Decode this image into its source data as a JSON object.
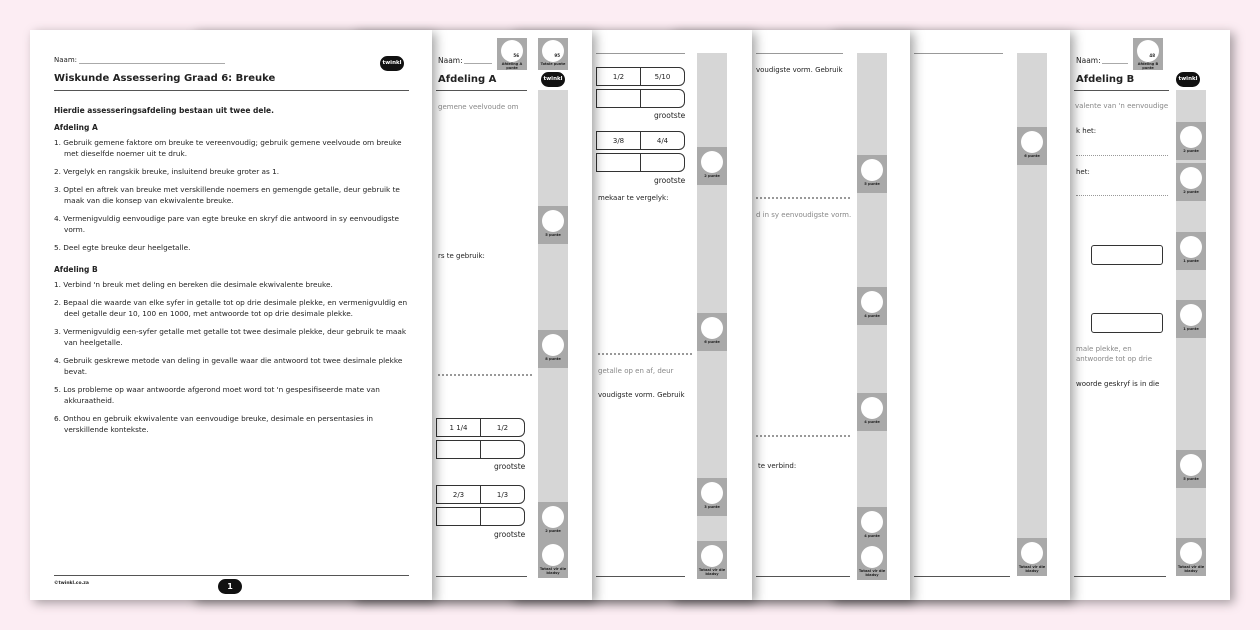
{
  "page1": {
    "name_label": "Naam:",
    "logo": "twinkl",
    "title": "Wiskunde Assessering Graad 6: Breuke",
    "intro": "Hierdie assesseringsafdeling bestaan uit twee dele.",
    "section_a": {
      "heading": "Afdeling A",
      "items": [
        "1. Gebruik gemene faktore om breuke te vereenvoudig; gebruik gemene veelvoude om breuke met dieselfde noemer uit te druk.",
        "2. Vergelyk en rangskik breuke, insluitend breuke groter as 1.",
        "3. Optel en aftrek van breuke met verskillende noemers en gemengde getalle, deur gebruik te maak van die konsep van ekwivalente breuke.",
        "4. Vermenigvuldig eenvoudige pare van egte breuke en skryf die antwoord in sy eenvoudigste vorm.",
        "5. Deel egte breuke deur heelgetalle."
      ]
    },
    "section_b": {
      "heading": "Afdeling B",
      "items": [
        "1. Verbind 'n breuk met deling en bereken die desimale ekwivalente breuke.",
        "2. Bepaal die waarde van elke syfer in getalle tot op drie desimale plekke, en vermenigvuldig en deel getalle deur 10, 100 en 1000, met antwoorde tot op drie desimale plekke.",
        "3. Vermenigvuldig een-syfer getalle met getalle tot twee desimale plekke, deur gebruik te maak van heelgetalle.",
        "4. Gebruik geskrewe metode van deling in gevalle waar die antwoord tot twee desimale plekke bevat.",
        "5. Los probleme op waar antwoorde afgerond moet word tot 'n gespesifiseerde mate van akkuraatheid.",
        "6. Onthou en gebruik ekwivalente van eenvoudige breuke, desimale en persentasies in verskillende kontekste."
      ]
    },
    "footer": "©twinkl.co.za",
    "page_number": "1"
  },
  "page2": {
    "name_label": "Naam:",
    "heading": "Afdeling A",
    "section_score_label": "Afdeling A punte",
    "section_score_total": "56",
    "total_label": "Totale punte",
    "total_value": "95",
    "logo": "twinkl",
    "text1": "gemene veelvoude om",
    "text2": "rs te gebruik:",
    "fractions1": [
      "1 1/4",
      "1/2"
    ],
    "fractions2": [
      "2/3",
      "1/3"
    ],
    "largest": "grootste",
    "scores": [
      "5 punte",
      "8 punte",
      "2 punte"
    ],
    "page_total": "Totaal vir die bladsy"
  },
  "page3": {
    "fractions1": [
      "1/2",
      "5/10"
    ],
    "fractions2": [
      "3/8",
      "4/4"
    ],
    "largest": "grootste",
    "text1": "mekaar te vergelyk:",
    "text2": "getalle op en af, deur",
    "text3": "voudigste vorm. Gebruik",
    "scores": [
      "2 punte",
      "6 punte",
      "3 punte"
    ],
    "page_total": "Totaal vir die bladsy"
  },
  "page4": {
    "text1": "voudigste vorm. Gebruik",
    "text2": "d in sy eenvoudigste vorm.",
    "text3": "te verbind:",
    "scores": [
      "5 punte",
      "4 punte",
      "4 punte",
      "4 punte"
    ],
    "page_total": "Totaal vir die bladsy"
  },
  "page5": {
    "scores": [
      "6 punte"
    ],
    "page_total": "Totaal vir die bladsy"
  },
  "page6": {
    "name_label": "Naam:",
    "heading": "Afdeling B",
    "section_score_label": "Afdeling B punte",
    "section_score_total": "48",
    "logo": "twinkl",
    "text1": "valente van 'n eenvoudige",
    "text2": "k het:",
    "text3": "het:",
    "text4": "male plekke, en",
    "text5": "antwoorde tot op drie",
    "text6": "woorde geskryf is in die",
    "scores": [
      "2 punte",
      "2 punte",
      "1 punte",
      "1 punte",
      "5 punte"
    ],
    "page_total": "Totaal vir die bladsy"
  }
}
